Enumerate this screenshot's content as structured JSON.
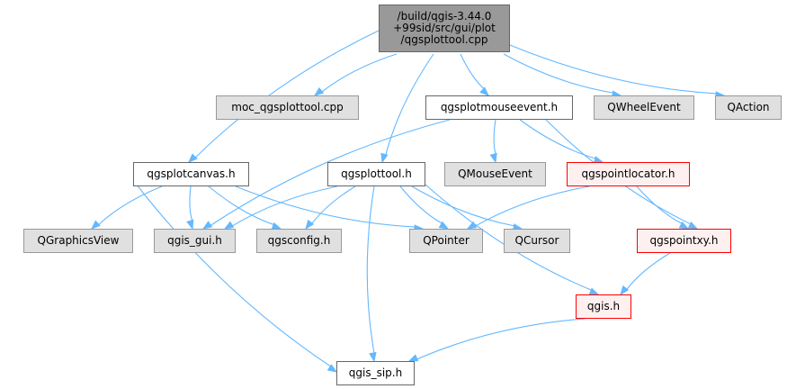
{
  "graph": {
    "edge_color": "#63b8ff",
    "nodes": [
      {
        "id": "root",
        "lines": [
          "/build/qgis-3.44.0",
          "+99sid/src/gui/plot",
          "/qgsplottool.cpp"
        ],
        "kind": "root"
      },
      {
        "id": "moc",
        "lines": [
          "moc_qgsplottool.cpp"
        ],
        "kind": "system"
      },
      {
        "id": "mouseevent_h",
        "lines": [
          "qgsplotmouseevent.h"
        ],
        "kind": "local"
      },
      {
        "id": "qwheelevent",
        "lines": [
          "QWheelEvent"
        ],
        "kind": "system"
      },
      {
        "id": "qaction",
        "lines": [
          "QAction"
        ],
        "kind": "system"
      },
      {
        "id": "canvas_h",
        "lines": [
          "qgsplotcanvas.h"
        ],
        "kind": "local"
      },
      {
        "id": "plottool_h",
        "lines": [
          "qgsplottool.h"
        ],
        "kind": "local"
      },
      {
        "id": "qmouseevent",
        "lines": [
          "QMouseEvent"
        ],
        "kind": "system"
      },
      {
        "id": "locator_h",
        "lines": [
          "qgspointlocator.h"
        ],
        "kind": "missing"
      },
      {
        "id": "qgraphicsview",
        "lines": [
          "QGraphicsView"
        ],
        "kind": "system"
      },
      {
        "id": "qgis_gui",
        "lines": [
          "qgis_gui.h"
        ],
        "kind": "system"
      },
      {
        "id": "qgsconfig",
        "lines": [
          "qgsconfig.h"
        ],
        "kind": "system"
      },
      {
        "id": "qpointer",
        "lines": [
          "QPointer"
        ],
        "kind": "system"
      },
      {
        "id": "qcursor",
        "lines": [
          "QCursor"
        ],
        "kind": "system"
      },
      {
        "id": "pointxy_h",
        "lines": [
          "qgspointxy.h"
        ],
        "kind": "missing"
      },
      {
        "id": "qgis_h",
        "lines": [
          "qgis.h"
        ],
        "kind": "missing"
      },
      {
        "id": "qgis_sip",
        "lines": [
          "qgis_sip.h"
        ],
        "kind": "local"
      }
    ],
    "edges": [
      [
        "root",
        "moc"
      ],
      [
        "root",
        "mouseevent_h"
      ],
      [
        "root",
        "qwheelevent"
      ],
      [
        "root",
        "qaction"
      ],
      [
        "root",
        "canvas_h"
      ],
      [
        "root",
        "plottool_h"
      ],
      [
        "mouseevent_h",
        "qgis_gui"
      ],
      [
        "mouseevent_h",
        "qmouseevent"
      ],
      [
        "mouseevent_h",
        "locator_h"
      ],
      [
        "mouseevent_h",
        "pointxy_h"
      ],
      [
        "canvas_h",
        "qgraphicsview"
      ],
      [
        "canvas_h",
        "qgis_gui"
      ],
      [
        "canvas_h",
        "qgsconfig"
      ],
      [
        "canvas_h",
        "qpointer"
      ],
      [
        "canvas_h",
        "qgis_sip"
      ],
      [
        "plottool_h",
        "qgis_gui"
      ],
      [
        "plottool_h",
        "qgsconfig"
      ],
      [
        "plottool_h",
        "qpointer"
      ],
      [
        "plottool_h",
        "qcursor"
      ],
      [
        "plottool_h",
        "qgis_h"
      ],
      [
        "plottool_h",
        "qgis_sip"
      ],
      [
        "locator_h",
        "qpointer"
      ],
      [
        "locator_h",
        "pointxy_h"
      ],
      [
        "pointxy_h",
        "qgis_h"
      ],
      [
        "qgis_h",
        "qgis_sip"
      ]
    ]
  }
}
